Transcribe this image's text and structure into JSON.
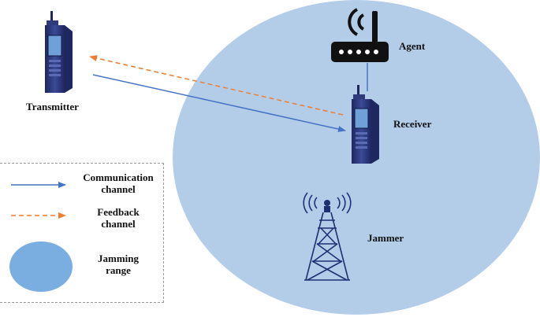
{
  "labels": {
    "transmitter": "Transmitter",
    "agent": "Agent",
    "receiver": "Receiver",
    "jammer": "Jammer"
  },
  "legend": {
    "communication_line1": "Communication",
    "communication_line2": "channel",
    "feedback_line1": "Feedback",
    "feedback_line2": "channel",
    "jamming_line1": "Jamming",
    "jamming_line2": "range"
  },
  "colors": {
    "jamming_range": "#b3cde9",
    "legend_ellipse": "#7aaee0",
    "communication_arrow": "#4472c4",
    "feedback_arrow": "#ed7d31",
    "device_body": "#2e3a7c",
    "device_screen": "#6fa0d8",
    "router_body": "#111111",
    "tower": "#1f2f74"
  },
  "icons": {
    "transmitter": "handheld-radio-icon",
    "receiver": "handheld-radio-icon",
    "agent": "wifi-router-icon",
    "jammer": "radio-tower-icon"
  }
}
